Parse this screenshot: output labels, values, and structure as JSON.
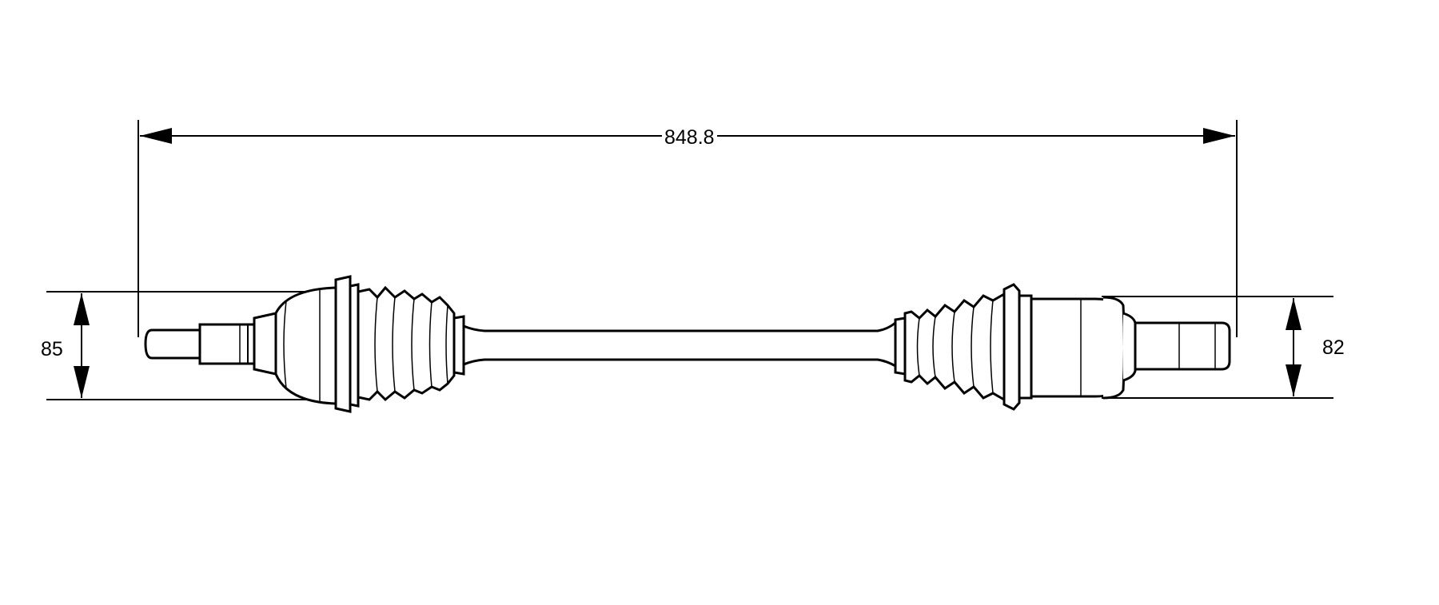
{
  "dimensions": {
    "overall_length": "848.8",
    "left_diameter": "85",
    "right_diameter": "82"
  },
  "colors": {
    "line": "#000000",
    "background": "#ffffff"
  }
}
